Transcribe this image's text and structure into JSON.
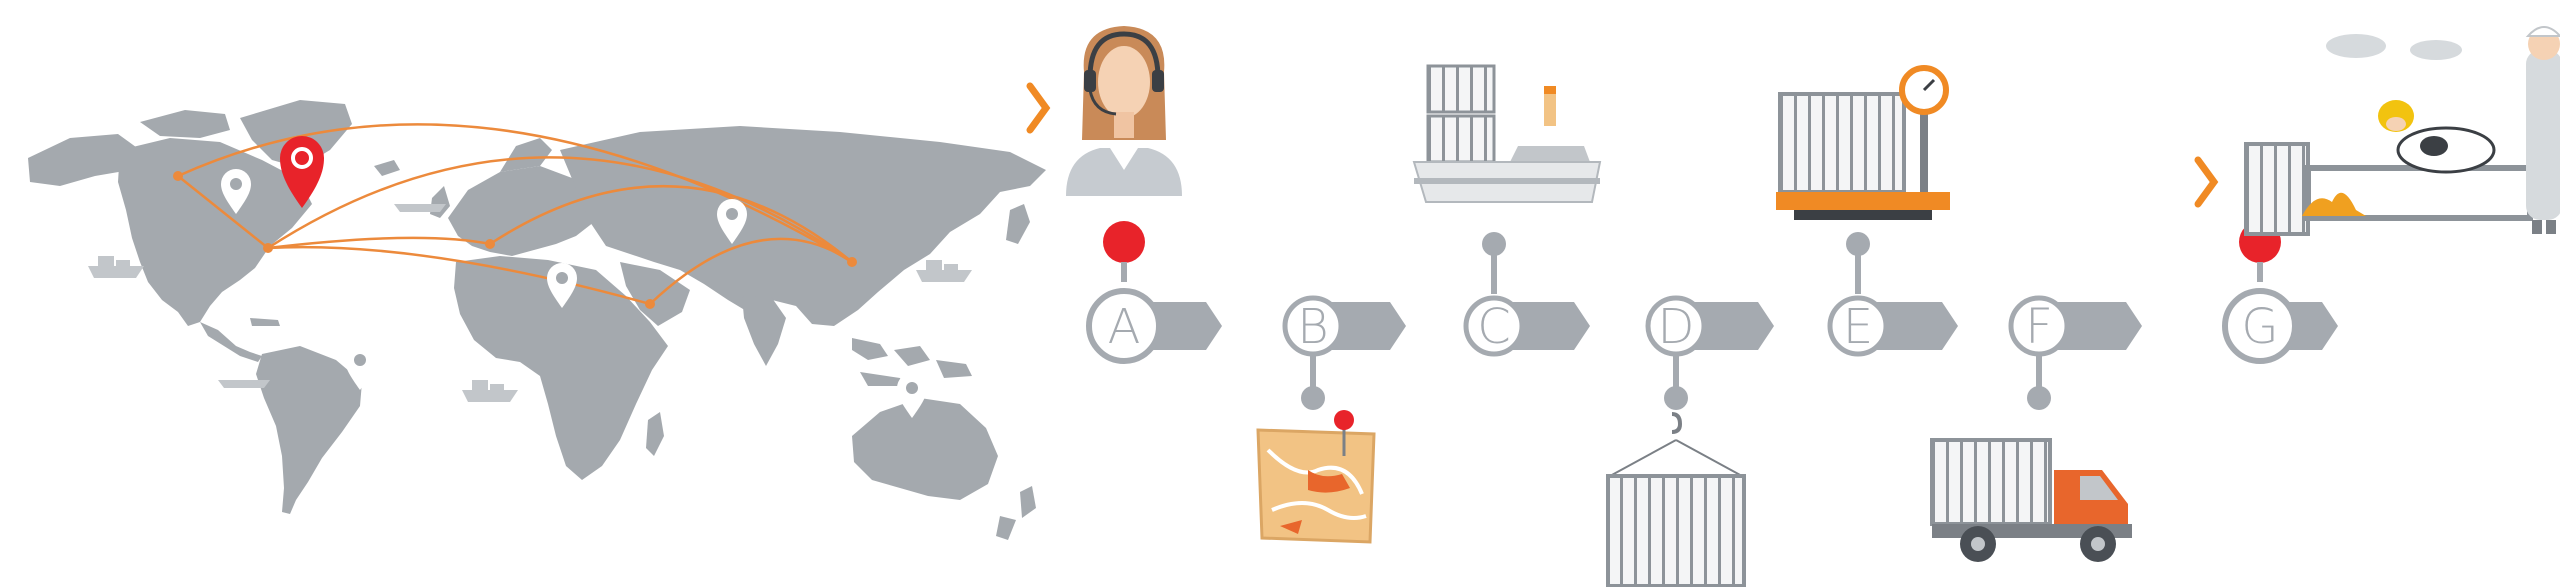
{
  "colors": {
    "map_gray": "#a4a9ae",
    "route_orange": "#ec8a3c",
    "accent_orange": "#f08a24",
    "pin_red": "#e8232a",
    "timeline_gray": "#a5aab0",
    "ship_gray": "#c2c6ca"
  },
  "timeline": {
    "steps": [
      {
        "letter": "A",
        "marker": "red-dot",
        "icon": "customer-service-agent-icon",
        "icon_side": "top"
      },
      {
        "letter": "B",
        "marker": "gray-stem",
        "icon": "route-map-icon",
        "icon_side": "bottom"
      },
      {
        "letter": "C",
        "marker": "gray-stem",
        "icon": "livestock-ship-icon",
        "icon_side": "top"
      },
      {
        "letter": "D",
        "marker": "gray-stem",
        "icon": "crane-cattle-crate-icon",
        "icon_side": "bottom"
      },
      {
        "letter": "E",
        "marker": "gray-stem",
        "icon": "weighing-scale-cattle-icon",
        "icon_side": "top"
      },
      {
        "letter": "F",
        "marker": "gray-stem",
        "icon": "cattle-truck-icon",
        "icon_side": "bottom"
      },
      {
        "letter": "G",
        "marker": "red-dot",
        "icon": "farm-delivery-icon",
        "icon_side": "top"
      }
    ]
  },
  "map": {
    "icons": [
      "world-map-icon",
      "location-pin-icon",
      "cargo-ship-icon",
      "shipping-route-icon"
    ]
  }
}
